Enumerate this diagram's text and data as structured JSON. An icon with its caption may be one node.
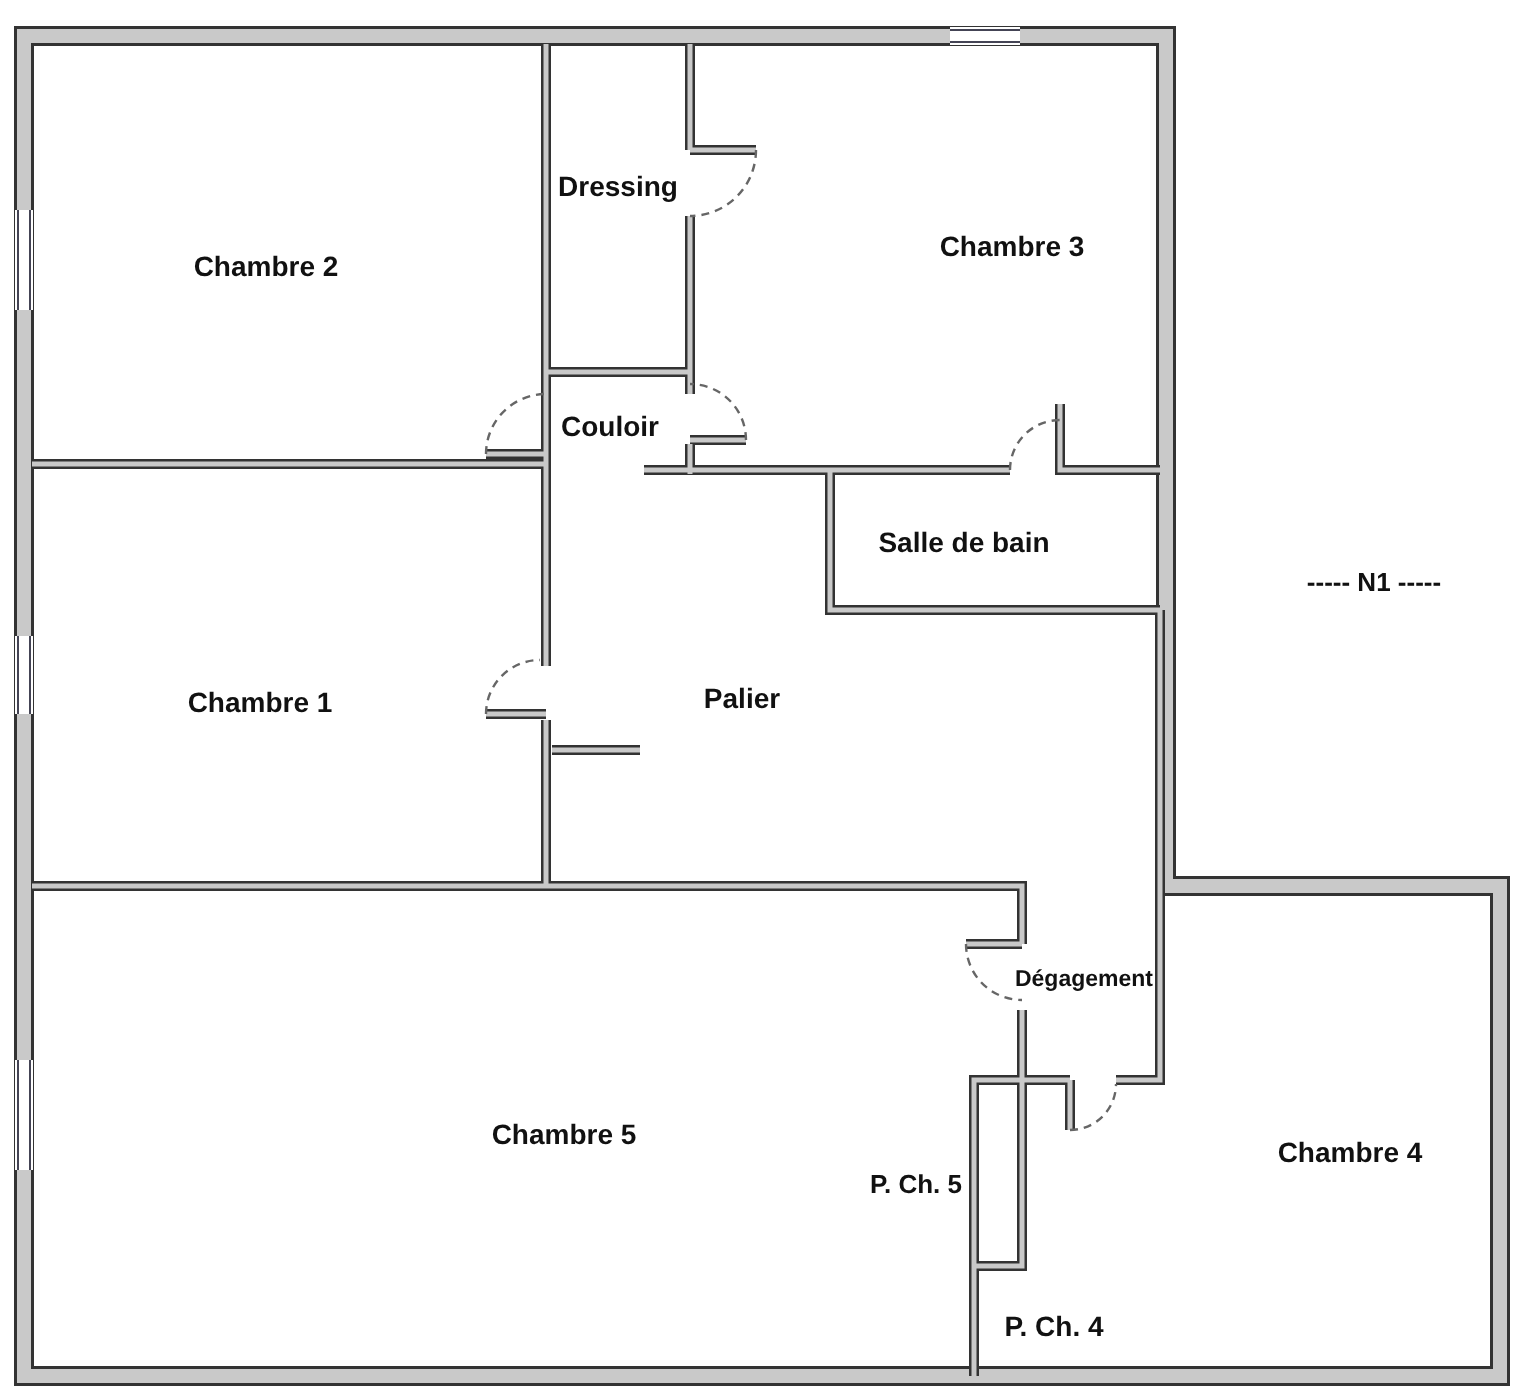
{
  "diagram": {
    "labels": [
      "Chambre 2",
      "Dressing",
      "Chambre 3",
      "Couloir",
      "Salle de bain",
      "----- N1 -----",
      "Chambre 1",
      "Palier",
      "Dégagement",
      "Chambre 5",
      "P. Ch. 5",
      "Chambre 4",
      "P. Ch. 4"
    ]
  }
}
